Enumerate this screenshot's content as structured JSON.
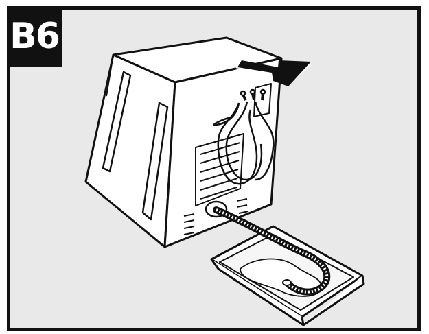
{
  "step": {
    "label": "B6"
  },
  "colors": {
    "panel_background": "#e9e9e9",
    "line": "#111111",
    "badge_background": "#111111",
    "badge_text": "#ffffff"
  },
  "figure": {
    "parts": [
      "dryer-rear-view",
      "push-direction-arrow",
      "drain-hose",
      "shallow-pan",
      "power-cords"
    ]
  }
}
